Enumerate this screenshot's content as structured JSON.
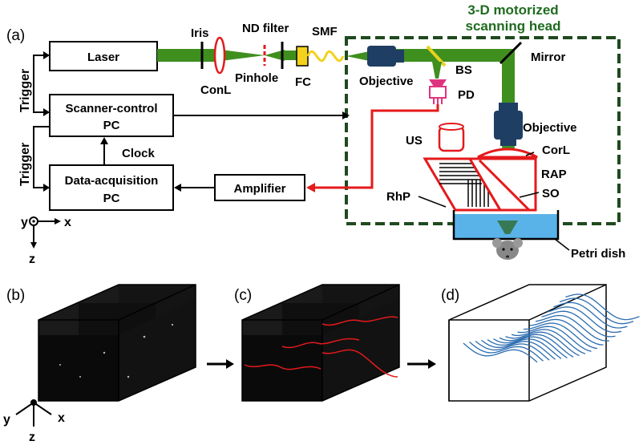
{
  "panels": {
    "a": "(a)",
    "b": "(b)",
    "c": "(c)",
    "d": "(d)"
  },
  "scanning_head": {
    "line1": "3-D motorized",
    "line2": "scanning head"
  },
  "boxes": {
    "laser": "Laser",
    "scanner_pc_line1": "Scanner-control",
    "scanner_pc_line2": "PC",
    "daq_pc_line1": "Data-acquisition",
    "daq_pc_line2": "PC",
    "amplifier": "Amplifier"
  },
  "labels": {
    "trigger_top": "Trigger",
    "trigger_bottom": "Trigger",
    "clock": "Clock",
    "iris": "Iris",
    "conl": "ConL",
    "nd_filter": "ND filter",
    "pinhole": "Pinhole",
    "smf": "SMF",
    "fc": "FC",
    "objective_top": "Objective",
    "bs": "BS",
    "mirror": "Mirror",
    "pd": "PD",
    "objective_right": "Objective",
    "us": "US",
    "corl": "CorL",
    "rap": "RAP",
    "rhp": "RhP",
    "so": "SO",
    "petri_dish": "Petri dish"
  },
  "axes_top": {
    "y": "y",
    "x": "x",
    "z": "z"
  },
  "axes_bottom": {
    "y": "y",
    "x": "x",
    "z": "z"
  },
  "colors": {
    "green_beam": "#3f8f1f",
    "red_path": "#e41a1c",
    "dark_green_border": "#1f5a1f",
    "blue_surface": "#2b6cb0",
    "water": "#5ab3e8"
  }
}
